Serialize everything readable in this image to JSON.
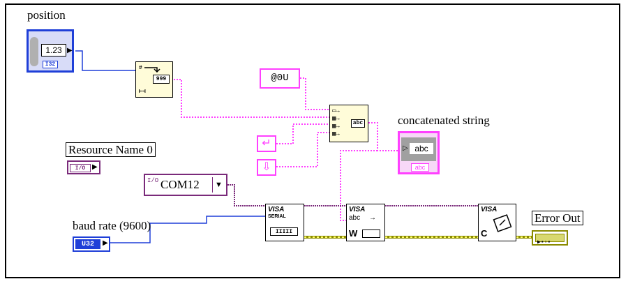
{
  "labels": {
    "position": "position",
    "resource_name": "Resource Name 0",
    "baud_rate": "baud rate (9600)",
    "concatenated_string": "concatenated string",
    "error_out": "Error Out"
  },
  "terminals": {
    "position_value": "1.23",
    "position_type": "I32",
    "resource_type": "I/O",
    "baud_type": "U32",
    "string_indicator_value": "abc",
    "string_indicator_type": "abc",
    "format_digits": "999",
    "format_hash": "#",
    "constant_string": "@0U",
    "visa_resource": "COM12",
    "visa_resource_icon": "I/O",
    "concat_badge": "abc"
  },
  "vi_nodes": {
    "serial_title": "VISA",
    "serial_sub": "SERIAL",
    "serial_io": "IIIII",
    "write_title": "VISA",
    "write_sub": "abc",
    "write_letter": "W",
    "close_title": "VISA",
    "close_letter": "C"
  },
  "colors": {
    "numeric_blue": "#1f3fd8",
    "string_pink": "#ff40ff",
    "visa_purple": "#7a2a7a",
    "error_olive": "#8a8a00",
    "node_bg": "#fffcd9"
  },
  "icons": [
    "numeric-control-icon",
    "number-to-string-icon",
    "concatenate-icon",
    "carriage-return-icon",
    "line-feed-icon",
    "visa-serial-icon",
    "visa-write-icon",
    "visa-close-icon",
    "error-cluster-icon"
  ]
}
